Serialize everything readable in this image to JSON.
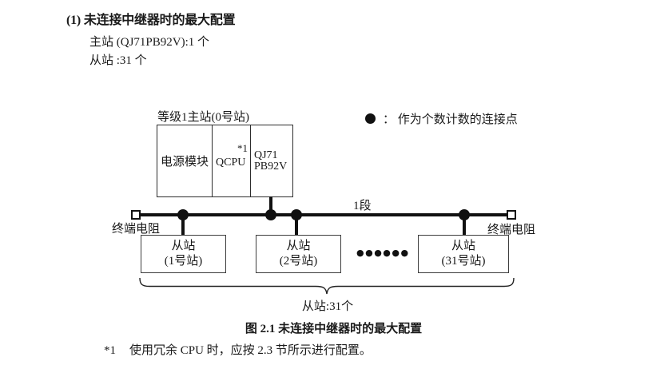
{
  "colors": {
    "ink": "#1a1a1a",
    "line": "#111111"
  },
  "header": {
    "title": "(1) 未连接中继器时的最大配置",
    "master_spec": "主站 (QJ71PB92V):1 个",
    "slave_spec": "从站 :31 个"
  },
  "legend": {
    "text": "：  作为个数计数的连接点"
  },
  "diagram": {
    "master_label": "等级1主站(0号站)",
    "power_module": "电源模块",
    "qcpu": "QCPU",
    "qcpu_note": "*1",
    "qj71_line1": "QJ71",
    "qj71_line2": "PB92V",
    "segment_label": "1段",
    "terminator_label": "终端电阻",
    "slaves": [
      {
        "line1": "从站",
        "line2": "(1号站)"
      },
      {
        "line1": "从站",
        "line2": "(2号站)"
      },
      {
        "line1": "从站",
        "line2": "(31号站)"
      }
    ],
    "ellipsis": "●●●●●●",
    "brace_label": "从站:31个"
  },
  "caption": "图 2.1  未连接中继器时的最大配置",
  "footnote": {
    "marker": "*1",
    "text": "使用冗余 CPU 时，应按 2.3 节所示进行配置。"
  }
}
